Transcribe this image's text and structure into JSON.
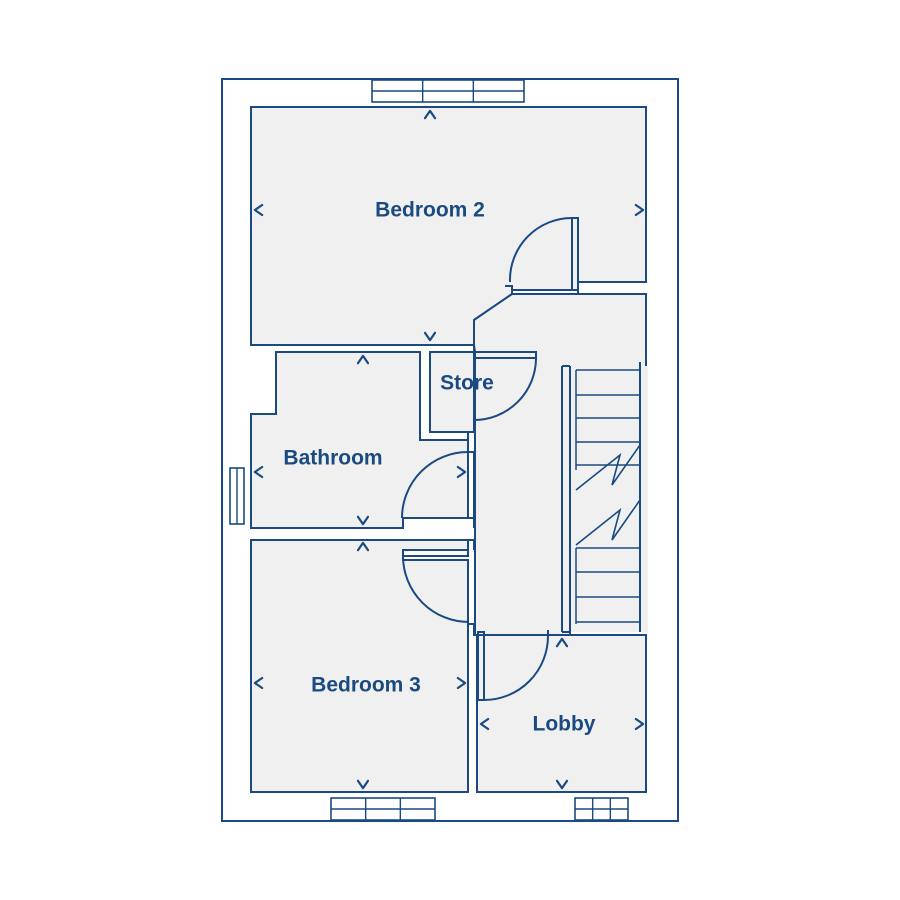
{
  "colors": {
    "line": "#1a4a80",
    "room_fill": "#f0f0f0",
    "background": "#ffffff",
    "label": "#1a4a80"
  },
  "rooms": {
    "bedroom2": {
      "label": "Bedroom 2"
    },
    "store": {
      "label": "Store"
    },
    "bathroom": {
      "label": "Bathroom"
    },
    "bedroom3": {
      "label": "Bedroom 3"
    },
    "lobby": {
      "label": "Lobby"
    }
  },
  "icons": {
    "dimension_marker": "chevron-icon",
    "door": "door-swing-icon",
    "window": "window-icon",
    "stairs": "stairs-icon"
  }
}
